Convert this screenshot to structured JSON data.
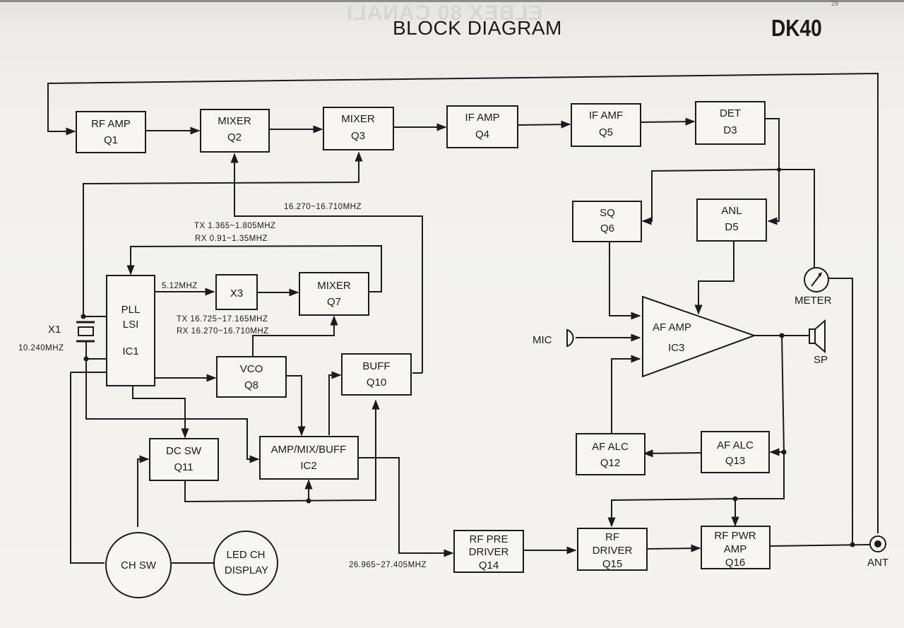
{
  "header": {
    "title": "BLOCK DIAGRAM",
    "model": "DK40",
    "page_number": "29",
    "ghost_text": "ELBEX 80 CANALI"
  },
  "colors": {
    "paper": "#f4f3f0",
    "ink": "#1b1b1b"
  },
  "blocks": {
    "q1": {
      "line1": "RF AMP",
      "line2": "Q1"
    },
    "q2": {
      "line1": "MIXER",
      "line2": "Q2"
    },
    "q3": {
      "line1": "MIXER",
      "line2": "Q3"
    },
    "q4": {
      "line1": "IF AMP",
      "line2": "Q4"
    },
    "q5": {
      "line1": "IF AMF",
      "line2": "Q5"
    },
    "d3": {
      "line1": "DET",
      "line2": "D3"
    },
    "q6": {
      "line1": "SQ",
      "line2": "Q6"
    },
    "d5": {
      "line1": "ANL",
      "line2": "D5"
    },
    "ic1": {
      "line1": "PLL",
      "line2": "LSI",
      "line3": "IC1"
    },
    "x3": {
      "line1": "X3"
    },
    "q7": {
      "line1": "MIXER",
      "line2": "Q7"
    },
    "q8": {
      "line1": "VCO",
      "line2": "Q8"
    },
    "q10": {
      "line1": "BUFF",
      "line2": "Q10"
    },
    "q11": {
      "line1": "DC SW",
      "line2": "Q11"
    },
    "ic2": {
      "line1": "AMP/MIX/BUFF",
      "line2": "IC2"
    },
    "ic3": {
      "line1": "AF AMP",
      "line2": "IC3"
    },
    "q12": {
      "line1": "AF ALC",
      "line2": "Q12"
    },
    "q13": {
      "line1": "AF ALC",
      "line2": "Q13"
    },
    "q14": {
      "line1": "RF PRE",
      "line2": "DRIVER",
      "line3": "Q14"
    },
    "q15": {
      "line1": "RF",
      "line2": "DRIVER",
      "line3": "Q15"
    },
    "q16": {
      "line1": "RF PWR",
      "line2": "AMP",
      "line3": "Q16"
    },
    "ch_sw": {
      "line1": "CH SW"
    },
    "led": {
      "line1": "LED CH",
      "line2": "DISPLAY"
    }
  },
  "components": {
    "crystal": {
      "name": "X1",
      "freq": "10.240MHZ"
    },
    "mic": "MIC",
    "speaker": "SP",
    "meter": "METER",
    "antenna": "ANT"
  },
  "frequencies": {
    "vco_buff": "16.270~16.710MHZ",
    "pll_tx": "TX 1.365~1.805MHZ",
    "pll_rx": "RX 0.91~1.35MHZ",
    "ref": "5.12MHZ",
    "vco_tx": "TX 16.725~17.165MHZ",
    "vco_rx": "RX 16.270~16.710MHZ",
    "tx_out": "26.965~27.405MHZ"
  }
}
